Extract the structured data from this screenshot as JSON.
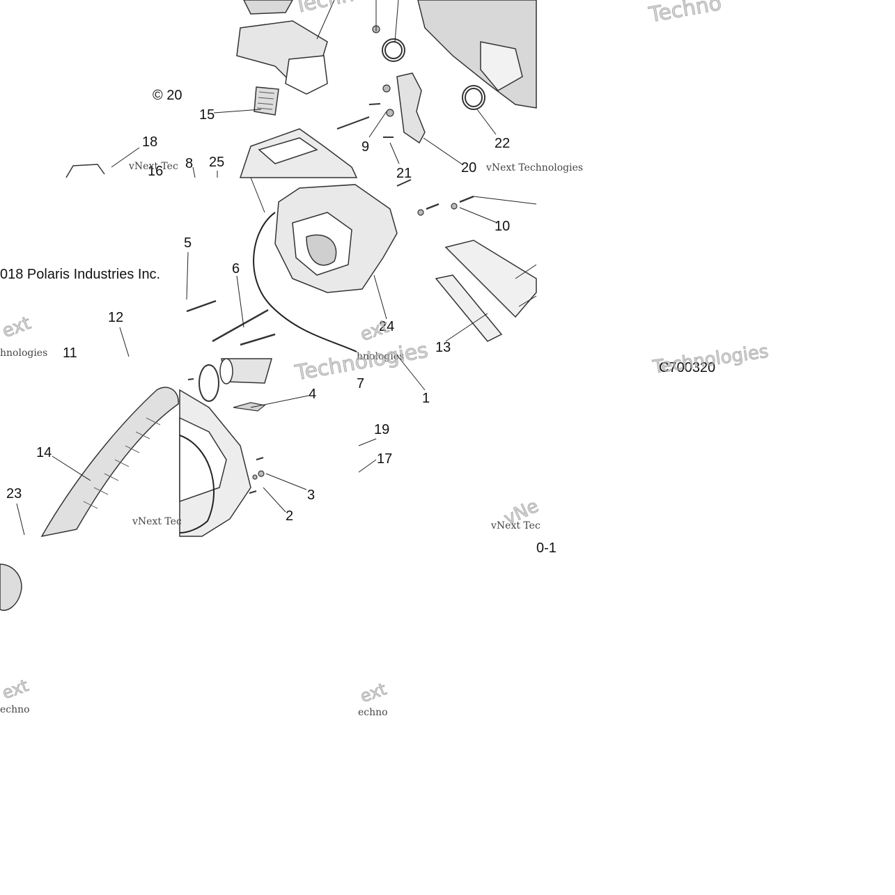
{
  "copyright": {
    "top_fragment": "© 20",
    "full": "018 Polaris Industries Inc."
  },
  "drawing_code": "C700320",
  "drawing_suffix": "0-1",
  "watermark": {
    "brand": "vNext Technologies",
    "big_word": "Technologies",
    "fragments": [
      "vNext Tec",
      "hnologies",
      "Techno",
      "ext",
      "echno",
      "vNe"
    ]
  },
  "callouts": [
    "1",
    "2",
    "3",
    "4",
    "5",
    "6",
    "7",
    "8",
    "9",
    "10",
    "11",
    "12",
    "13",
    "14",
    "15",
    "16",
    "17",
    "18",
    "19",
    "20",
    "21",
    "22",
    "23",
    "24",
    "25"
  ],
  "colors": {
    "line": "#222222",
    "shade": "#cfcfcf",
    "light": "#e8e8e8"
  }
}
